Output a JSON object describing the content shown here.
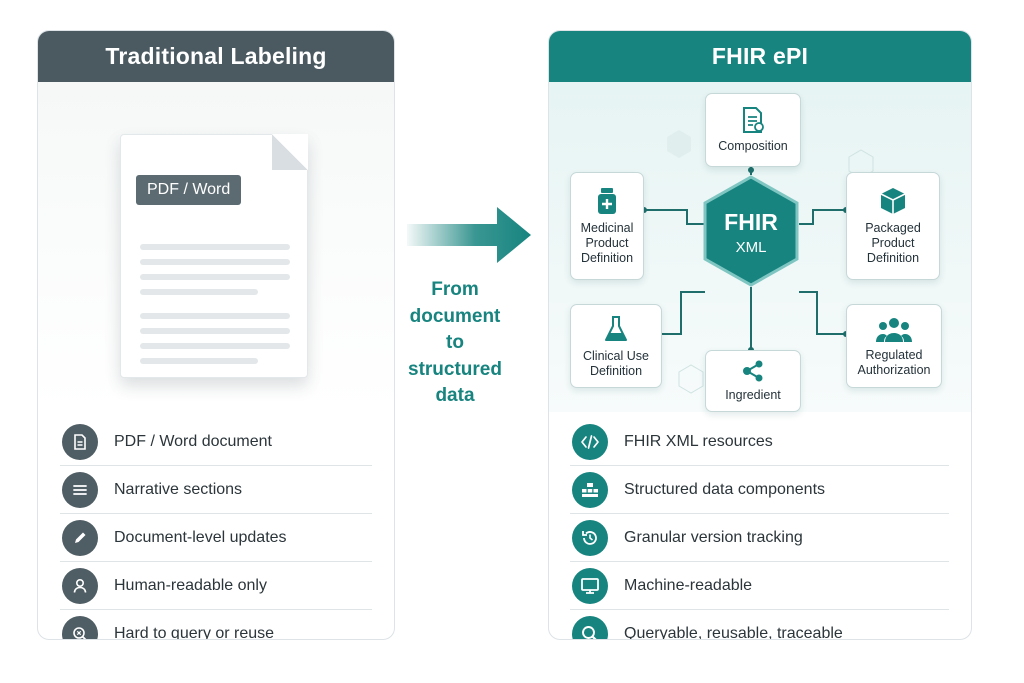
{
  "left": {
    "title": "Traditional Labeling",
    "doc_badge": "PDF / Word",
    "items": [
      {
        "label": "PDF / Word document",
        "icon": "document-icon"
      },
      {
        "label": "Narrative sections",
        "icon": "list-icon"
      },
      {
        "label": "Document-level updates",
        "icon": "pencil-icon"
      },
      {
        "label": "Human-readable only",
        "icon": "person-icon"
      },
      {
        "label": "Hard to query or reuse",
        "icon": "search-x-icon"
      }
    ]
  },
  "transition": {
    "caption": "From\ndocument\nto\nstructured\ndata"
  },
  "right": {
    "title": "FHIR ePI",
    "hub_title": "FHIR",
    "hub_subtitle": "XML",
    "nodes": {
      "composition": "Composition",
      "medicinal_product": "Medicinal\nProduct\nDefinition",
      "packaged_product": "Packaged\nProduct\nDefinition",
      "clinical_use": "Clinical Use\nDefinition",
      "regulated_authorization": "Regulated\nAuthorization",
      "ingredient": "Ingredient"
    },
    "items": [
      {
        "label": "FHIR XML resources",
        "icon": "code-icon"
      },
      {
        "label": "Structured data components",
        "icon": "hierarchy-icon"
      },
      {
        "label": "Granular version tracking",
        "icon": "history-icon"
      },
      {
        "label": "Machine-readable",
        "icon": "monitor-icon"
      },
      {
        "label": "Queryable, reusable, traceable",
        "icon": "search-icon"
      }
    ]
  },
  "colors": {
    "teal": "#17847f",
    "slate": "#4b5a61"
  }
}
